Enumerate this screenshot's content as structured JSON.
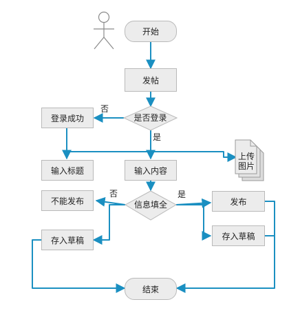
{
  "diagram": {
    "actor_label": "",
    "nodes": {
      "start": "开始",
      "post": "发帖",
      "login_check": "是否登录",
      "login_ok": "登录成功",
      "input_title": "输入标题",
      "input_content": "输入内容",
      "info_check": "信息填全",
      "cannot_publish": "不能发布",
      "publish": "发布",
      "save_draft_left": "存入草稿",
      "save_draft_right": "存入草稿",
      "end": "结束",
      "upload_image": "上传图片"
    },
    "edge_labels": {
      "no_1": "否",
      "yes_1": "是",
      "no_2": "否",
      "yes_2": "是"
    },
    "colors": {
      "edge": "#1a8fc1",
      "node_fill": "#ececec",
      "node_border": "#b9b9b9"
    }
  }
}
